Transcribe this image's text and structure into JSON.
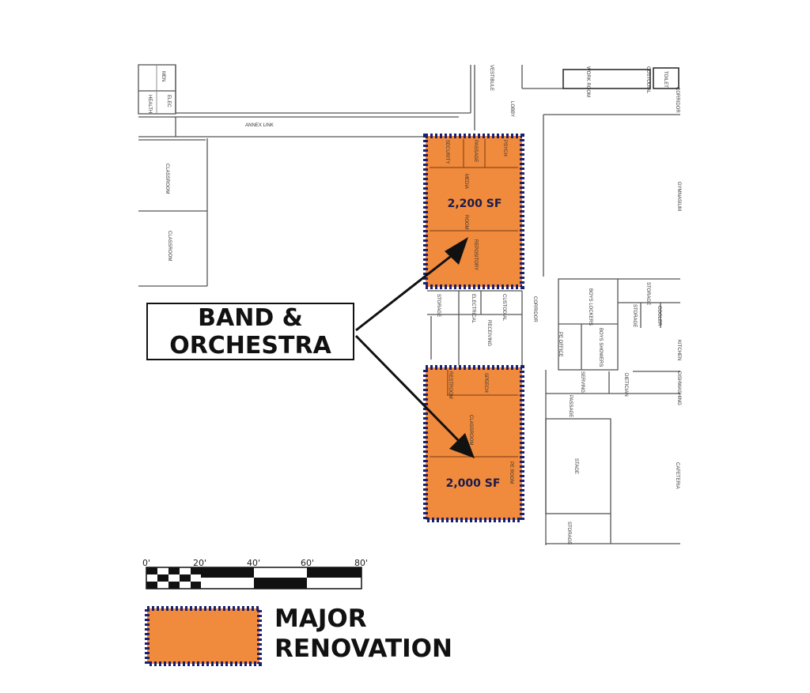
{
  "rooms": {
    "annex_link": "ANNEX LINK",
    "classroom_1": "CLASSROOM",
    "classroom_2": "CLASSROOM",
    "health": "HEALTH",
    "elec": "ELEC",
    "men": "MEN",
    "vestibule": "VESTIBULE",
    "lobby": "LOBBY",
    "work_room": "WORK ROOM",
    "custodial_top": "CUSTODIAL",
    "toilet": "TOILET",
    "corridor_top": "CORRIDOR",
    "security": "SECURITY",
    "passage_top": "PASSAGE",
    "psych": "PSYCH",
    "media": "MEDIA",
    "room": "ROOM",
    "repository": "REPOSITORY",
    "gymnasium": "GYMNASIUM",
    "storage_1": "STORAGE",
    "electrical": "ELECTRICAL",
    "custodial": "CUSTODIAL",
    "corridor": "CORRIDOR",
    "receiving": "RECEIVING",
    "boys_lockers": "BOYS LOCKERS",
    "boys_showers": "BOYS SHOWERS",
    "pe_office": "PE OFFICE",
    "storage_2": "STORAGE",
    "storage_3": "STORAGE",
    "cooler": "COOLER",
    "kitchen": "KITCHEN",
    "serving": "SERVING",
    "dietician": "DIETICIAN",
    "dishwashing": "DISHWASHING",
    "passage": "PASSAGE",
    "restroom": "RESTROOM",
    "speech": "SPEECH",
    "classroom_3": "CLASSROOM",
    "pe_room": "PE ROOM",
    "stage": "STAGE",
    "cafeteria": "CAFETERIA",
    "storage_4": "STORAGE"
  },
  "areas": {
    "upper": "2,200 SF",
    "lower": "2,000 SF"
  },
  "callout": {
    "line1": "BAND &",
    "line2": "ORCHESTRA"
  },
  "scale": {
    "labels": [
      "0'",
      "20'",
      "40'",
      "60'",
      "80'"
    ]
  },
  "legend": {
    "line1": "MAJOR",
    "line2": "RENOVATION"
  },
  "colors": {
    "renovation_fill": "#f08a3c",
    "renovation_border": "#1a1f6e"
  }
}
